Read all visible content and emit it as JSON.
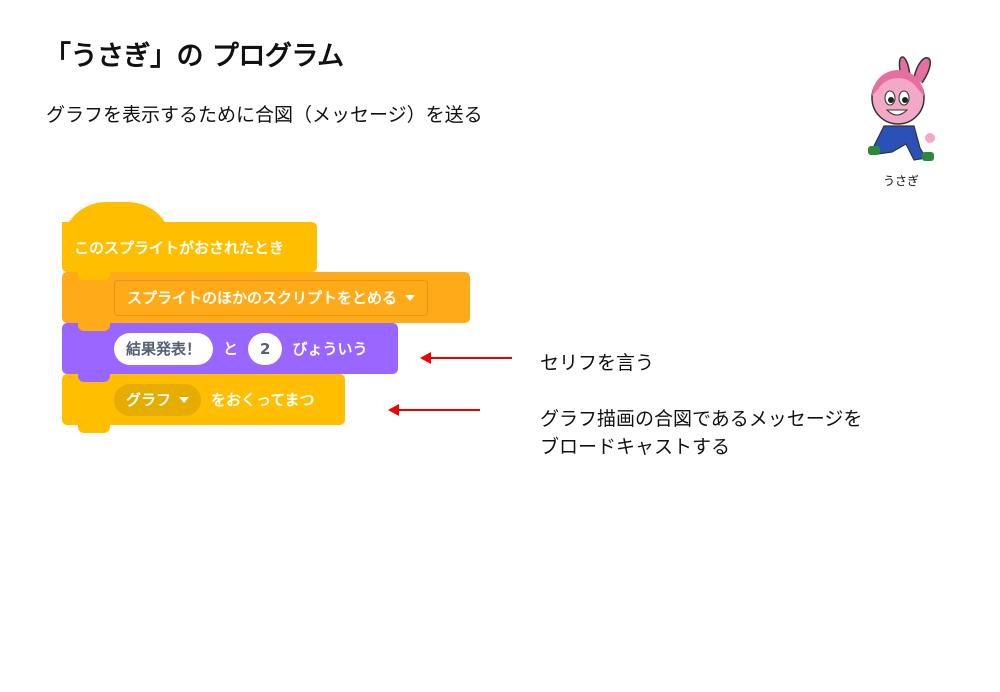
{
  "title": "「うさぎ」の プログラム",
  "subtitle": "グラフを表示するために合図（メッセージ）を送る",
  "character": {
    "name": "うさぎ",
    "icon": "rabbit-character-icon"
  },
  "blocks": {
    "hat": "このスプライトがおされたとき",
    "stop": {
      "option": "スプライトのほかのスクリプトをとめる"
    },
    "say": {
      "message": "結果発表！",
      "joiner": "と",
      "seconds": "2",
      "suffix": "びょういう"
    },
    "broadcast": {
      "message": "グラフ",
      "suffix": "をおくってまつ"
    }
  },
  "annotations": {
    "say_note": "セリフを言う",
    "broadcast_note_line1": "グラフ描画の合図であるメッセージを",
    "broadcast_note_line2": "ブロードキャストする"
  },
  "colors": {
    "events": "#FFBF00",
    "control": "#FFAB19",
    "looks": "#9966FF",
    "arrow": "#EE0000"
  }
}
